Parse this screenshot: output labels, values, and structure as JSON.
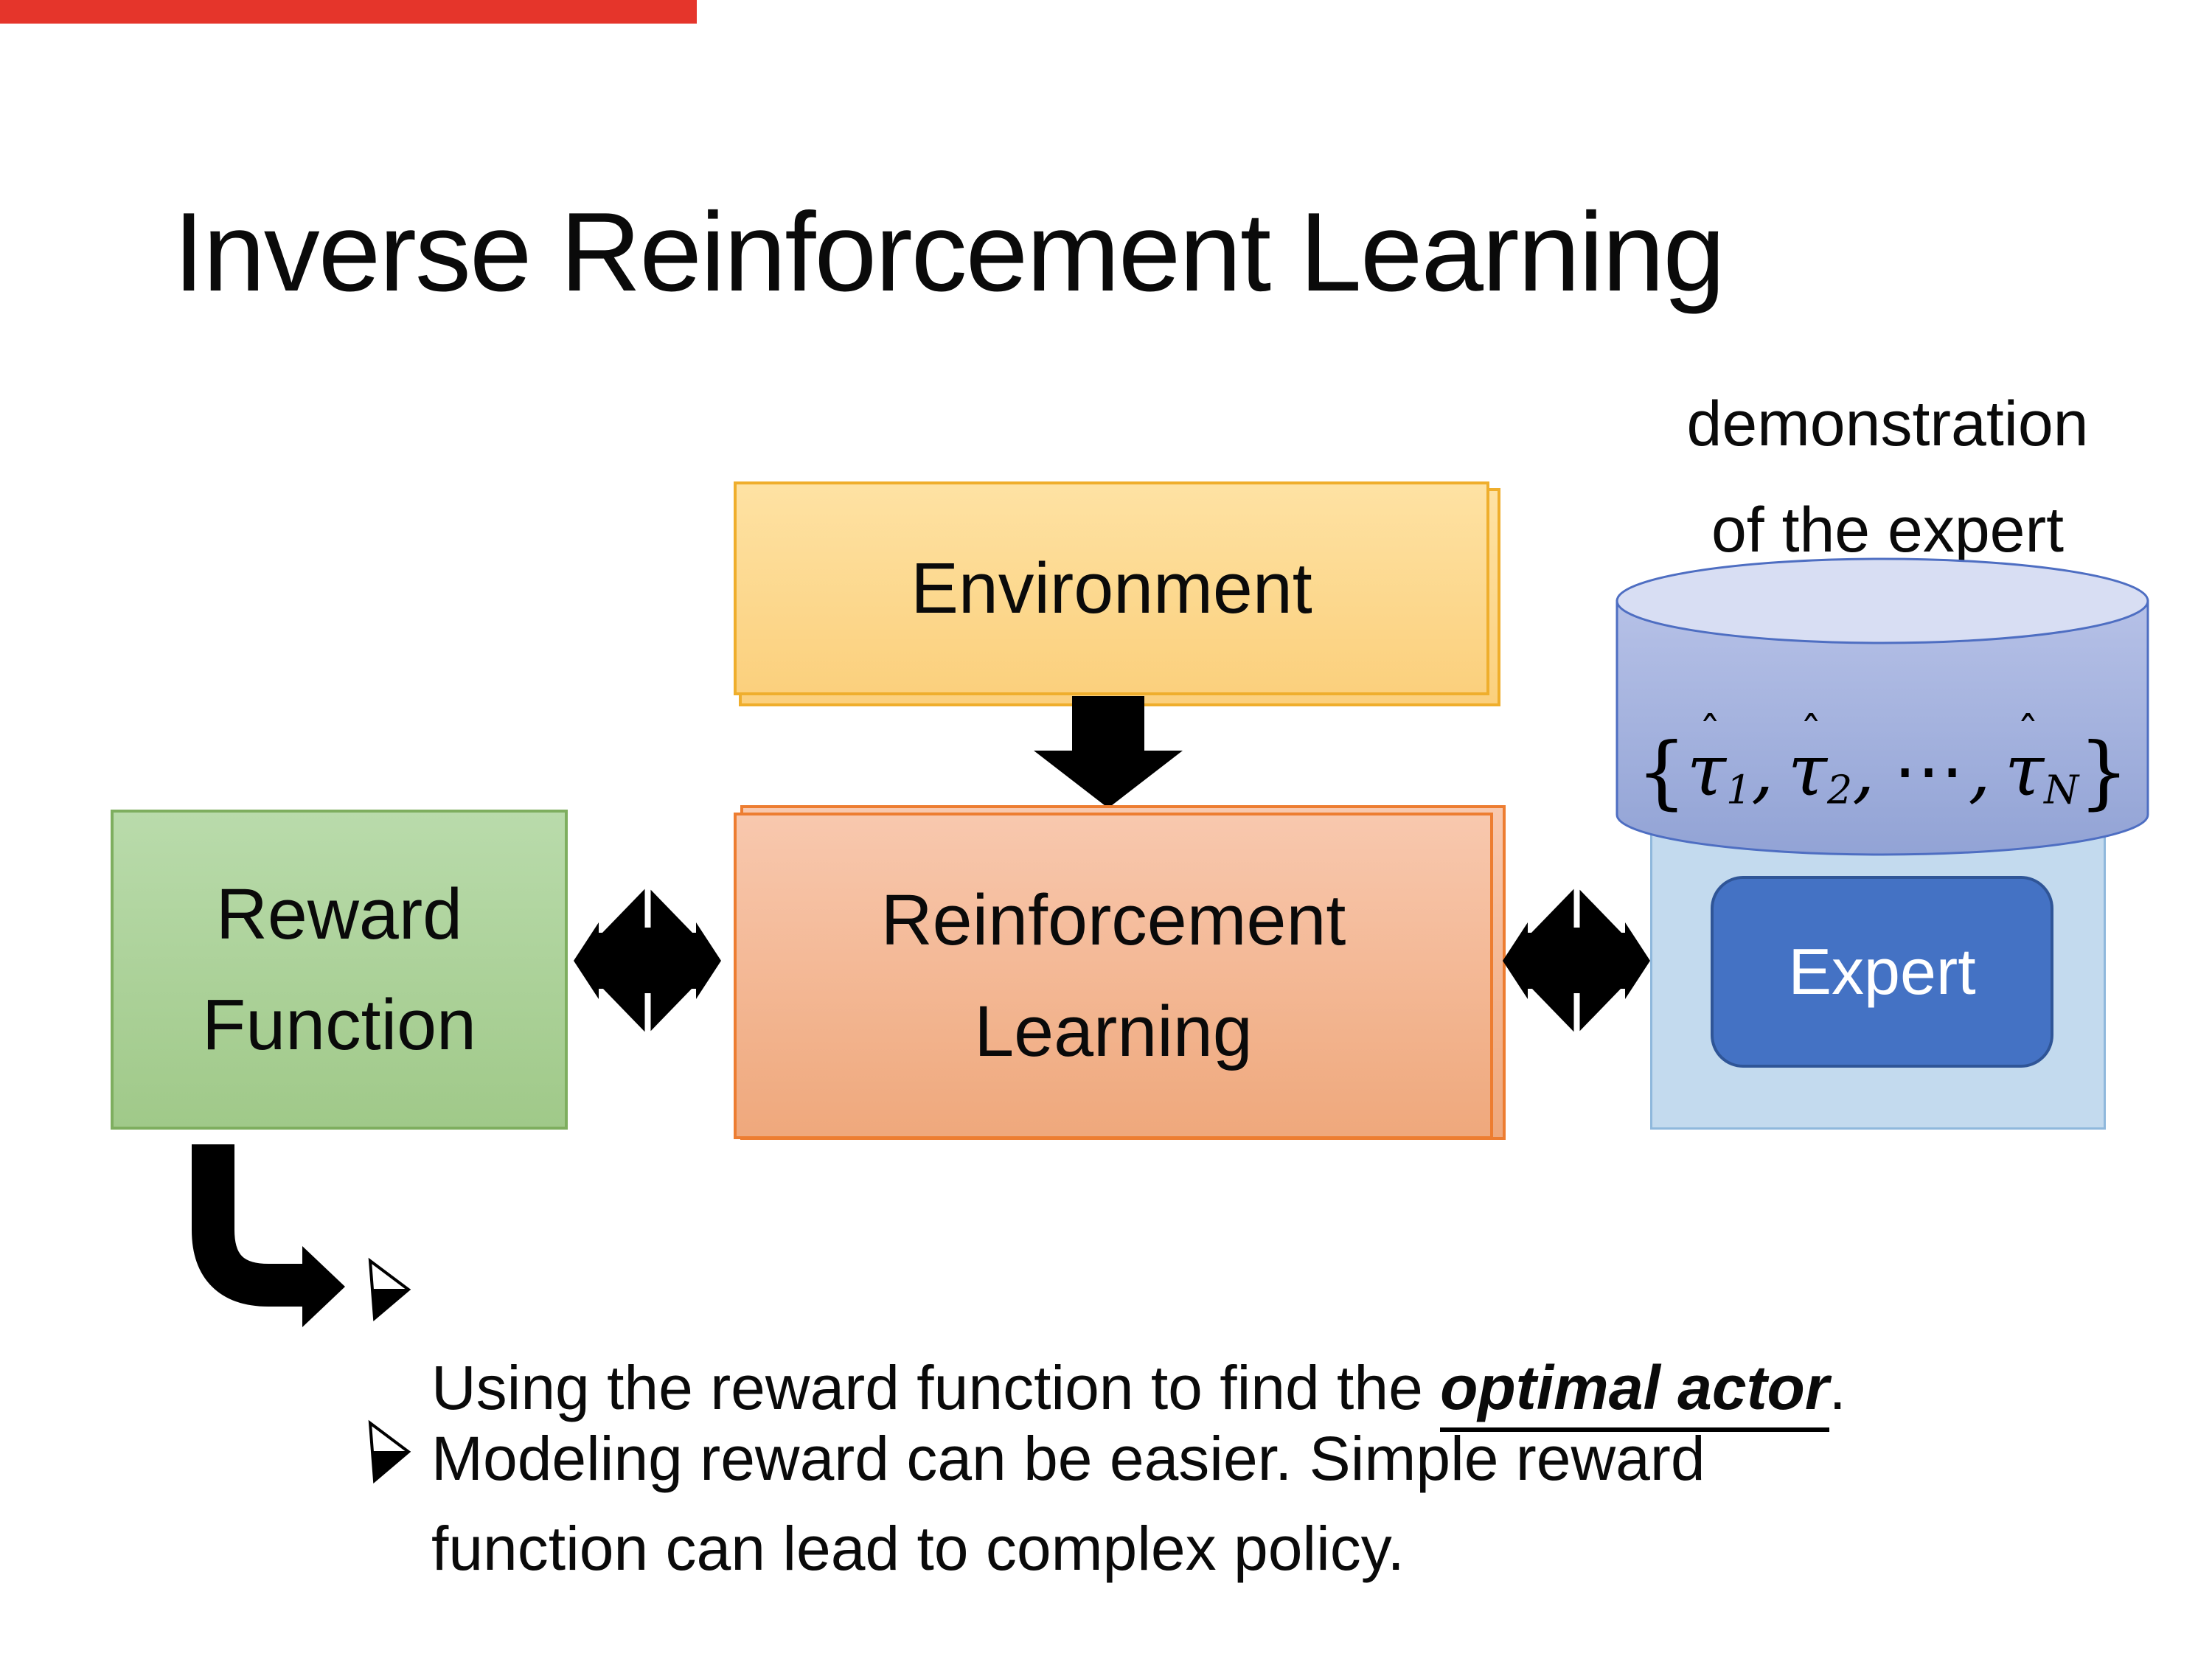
{
  "slide": {
    "progress_value": "",
    "title": "Inverse Reinforcement Learning",
    "demo_label": "demonstration\nof the expert",
    "diagram": {
      "environment": {
        "label": "Environment"
      },
      "reward": {
        "label": "Reward\nFunction"
      },
      "reinforcement_learning": {
        "label": "Reinforcement\nLearning"
      },
      "expert": {
        "label": "Expert"
      },
      "dataset_formula": {
        "open": "{",
        "tau": "τ",
        "hat": "ˆ",
        "sub1": "1",
        "sub2": "2",
        "subN": "N",
        "comma1": ",",
        "comma2": ",",
        "comma3": ",",
        "cdots": "⋯",
        "close": "}"
      }
    },
    "bullets": [
      {
        "marker": "➢",
        "pre": "Using the reward function to find the ",
        "emphasis": "optimal actor",
        "post": "."
      },
      {
        "marker": "➢",
        "text": "Modeling reward can be easier. Simple reward\nfunction can lead to complex policy."
      }
    ],
    "colors": {
      "progress_red": "#e5352b",
      "environment_fill_top": "#fee2a3",
      "environment_fill_bottom": "#fbd07d",
      "environment_border": "#efae2c",
      "rl_fill_top": "#f8c8ae",
      "rl_fill_bottom": "#efa87c",
      "rl_border": "#ed7d31",
      "reward_fill_top": "#b9dbab",
      "reward_fill_bottom": "#a0c989",
      "reward_border": "#7eae5f",
      "expert_fill": "#4472c4",
      "expert_border": "#2f5597",
      "expert_panel_fill": "#c3daee",
      "expert_panel_border": "#8fb8dc",
      "cylinder_fill_top": "#b6c1e7",
      "cylinder_fill_bottom": "#92a3d5",
      "cylinder_top_face": "#d8def3",
      "cylinder_border": "#4e6ec2",
      "arrow_black": "#000000"
    }
  }
}
